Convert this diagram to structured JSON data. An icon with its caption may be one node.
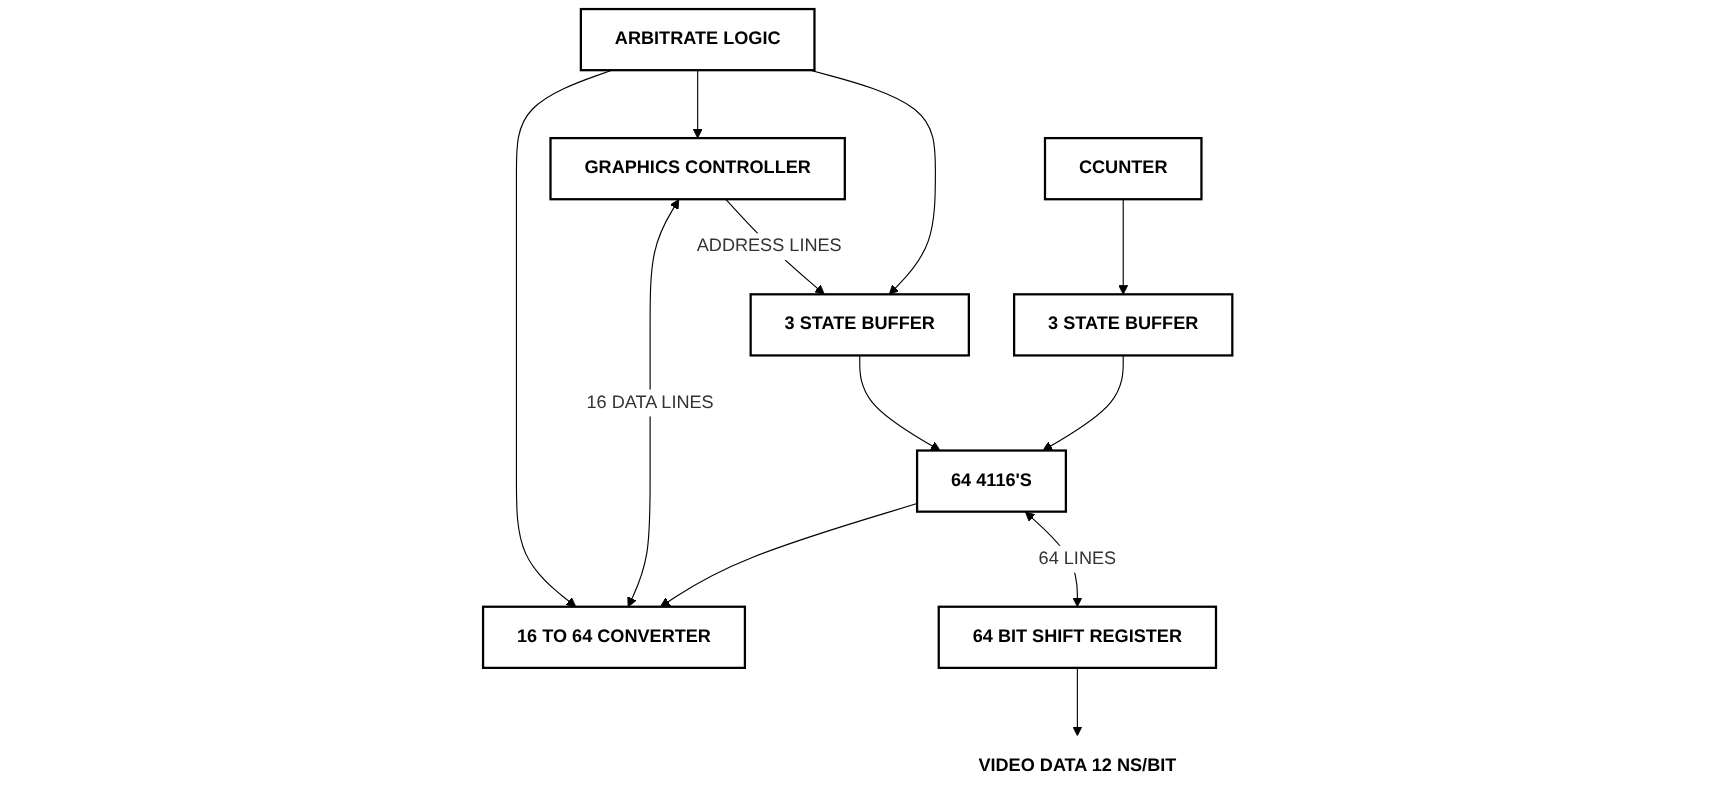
{
  "diagram": {
    "nodes": [
      {
        "text": [
          "GRAPHICS CONTROLLER"
        ]
      },
      {
        "text": [
          "ARBITRATE LOGIC"
        ]
      },
      {
        "text": [
          "3 STATE BUFFER"
        ]
      },
      {
        "text": [
          "3 STATE BUFFER"
        ]
      },
      {
        "text": [
          "CCUNTER"
        ]
      },
      {
        "text": [
          "64 4116'S"
        ]
      },
      {
        "text": [
          "16 TO 64 CONVERTER"
        ]
      },
      {
        "text": [
          "64 BIT SHIFT REGISTER"
        ]
      },
      {
        "text": [
          "VIDEO DATA 12 NS/BIT"
        ]
      }
    ],
    "edges": [
      {
        "from": 0,
        "to": 2,
        "arrow": "to",
        "label": "ADDRESS LINES"
      },
      {
        "from": 1,
        "to": 0,
        "arrow": "to"
      },
      {
        "from": 1,
        "to": 2,
        "arrow": "to"
      },
      {
        "from": 1,
        "to": 6,
        "arrow": "to"
      },
      {
        "from": 0,
        "to": 6,
        "arrow": "both",
        "label": "16 DATA LINES"
      },
      {
        "from": 4,
        "to": 3,
        "arrow": "to"
      },
      {
        "from": 2,
        "to": 5,
        "arrow": "to"
      },
      {
        "from": 3,
        "to": 5,
        "arrow": "to"
      },
      {
        "from": 5,
        "to": 7,
        "arrow": "both",
        "label": "64 LINES"
      },
      {
        "from": 5,
        "to": 6,
        "arrow": "to"
      },
      {
        "from": 7,
        "to": 8,
        "arrow": "to"
      }
    ]
  }
}
